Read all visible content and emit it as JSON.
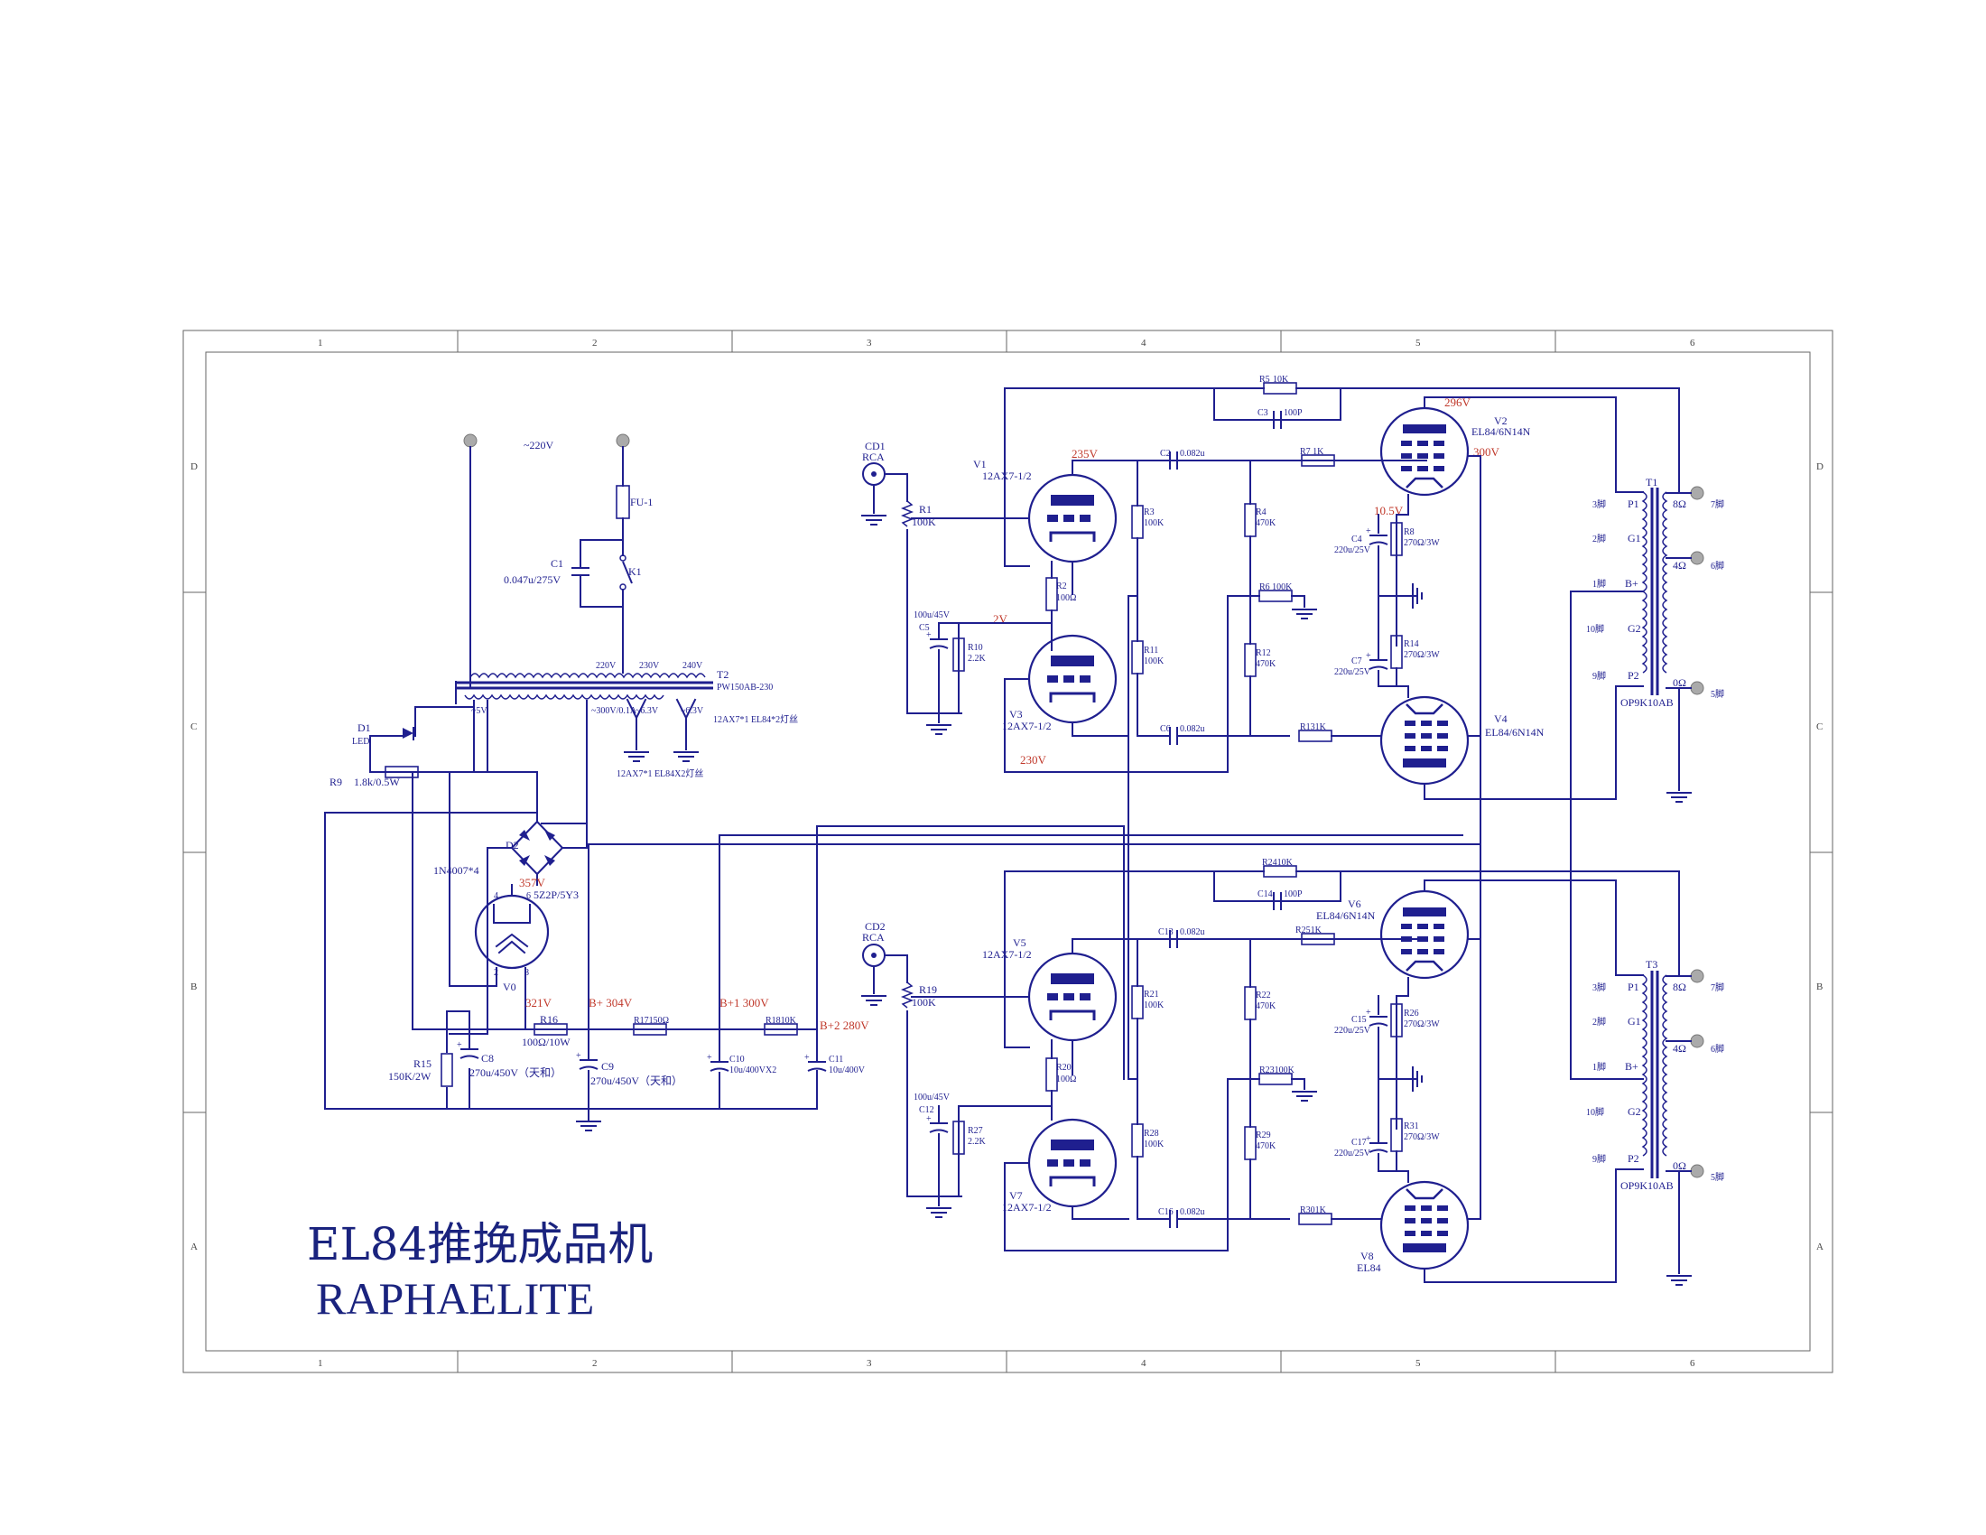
{
  "title": {
    "line1": "EL84推挽成品机",
    "line2": "RAPHAELITE"
  },
  "colors": {
    "wire": "#1f1f8f",
    "voltage": "#c0392b",
    "sheet_fill": "#fffff4",
    "title": "#1a237e",
    "pad": "#aaaaaa"
  },
  "zones": {
    "cols": [
      "1",
      "2",
      "3",
      "4",
      "5",
      "6"
    ],
    "rows": [
      "D",
      "C",
      "B",
      "A"
    ]
  },
  "mains": {
    "label": "~220V",
    "fuse": "FU-1",
    "switch": "K1",
    "cap_ref": "C1",
    "cap_val": "0.047u/275V"
  },
  "power_transformer": {
    "ref": "T2",
    "model": "PW150AB-230",
    "taps": [
      "220V",
      "230V",
      "240V"
    ],
    "sec_5v": "~5V",
    "sec_hv": "~300V/0.1A",
    "sec_63a": "~6.3V",
    "sec_63b": "~6.3V",
    "heater_a": "12AX7*1 EL84*2灯丝",
    "heater_b": "12AX7*1 EL84X2灯丝"
  },
  "led": {
    "ref": "D1",
    "label": "LED",
    "res_ref": "R9",
    "res_val": "1.8k/0.5W"
  },
  "bridge": {
    "ref": "D2",
    "label": "1N4007*4"
  },
  "rectifier": {
    "ref": "V0",
    "model": "5Z2P/5Y3",
    "voltage": "357V",
    "pin4": "4",
    "pin6": "6",
    "pin2": "2",
    "pin8": "8"
  },
  "psu": {
    "v321": "321V",
    "vb": "B+ 304V",
    "vb1": "B+1 300V",
    "vb2": "B+2 280V",
    "r16": "R16",
    "r16_val": "100Ω/10W",
    "r17": "R17150Ω",
    "r18": "R1810K",
    "r15": "R15",
    "r15_val": "150K/2W",
    "c8": "C8",
    "c8_val": "270u/450V（天和）",
    "c9": "C9",
    "c9_val": "270u/450V（天和）",
    "c10": "C10",
    "c10_val": "10u/400VX2",
    "c11": "C11",
    "c11_val": "10u/400V"
  },
  "ch1": {
    "input_ref": "CD1",
    "input_type": "RCA",
    "r1": "R1",
    "r1_val": "100K",
    "v1": "V1",
    "v1_model": "12AX7-1/2",
    "v1_volt": "235V",
    "v3": "V3",
    "v3_model": "12AX7-1/2",
    "v3_volt": "230V",
    "cath_volt": "2V",
    "r2": "R2",
    "r2_val": "100Ω",
    "r10": "R10",
    "r10_val": "2.2K",
    "c5": "C5",
    "c5_val": "100u/45V",
    "r3": "R3",
    "r3_val": "100K",
    "r11": "R11",
    "r11_val": "100K",
    "c2": "C2",
    "c2_val": "0.082u",
    "c6": "C6",
    "c6_val": "0.082u",
    "r4": "R4",
    "r4_val": "470K",
    "r12": "R12",
    "r12_val": "470K",
    "r6": "R6 100K",
    "r7": "R7 1K",
    "r13": "R131K",
    "r5": "R5",
    "r5_val": "10K",
    "c3": "C3",
    "c3_val": "100P",
    "v2": "V2",
    "v2_model": "EL84/6N14N",
    "v2_volt_a": "296V",
    "v2_volt_b": "300V",
    "v4": "V4",
    "v4_model": "EL84/6N14N",
    "cath_out": "10.5V",
    "r8": "R8",
    "r8_val": "270Ω/3W",
    "r14": "R14",
    "r14_val": "270Ω/3W",
    "c4": "C4",
    "c4_val": "220u/25V",
    "c7": "C7",
    "c7_val": "220u/25V",
    "ot": "T1",
    "ot_model": "OP9K10AB",
    "ot_p1": "P1",
    "ot_g1": "G1",
    "ot_bp": "B+",
    "ot_g2": "G2",
    "ot_p2": "P2",
    "ot_8": "8Ω",
    "ot_4": "4Ω",
    "ot_0": "0Ω",
    "pin_3": "3脚",
    "pin_2": "2脚",
    "pin_1": "1脚",
    "pin_10": "10脚",
    "pin_9": "9脚",
    "pin_7": "7脚",
    "pin_6": "6脚",
    "pin_5": "5脚"
  },
  "ch2": {
    "input_ref": "CD2",
    "input_type": "RCA",
    "r19": "R19",
    "r19_val": "100K",
    "v5": "V5",
    "v5_model": "12AX7-1/2",
    "v7": "V7",
    "v7_model": "12AX7-1/2",
    "r20": "R20",
    "r20_val": "100Ω",
    "r27": "R27",
    "r27_val": "2.2K",
    "c12": "C12",
    "c12_val": "100u/45V",
    "r21": "R21",
    "r21_val": "100K",
    "r28": "R28",
    "r28_val": "100K",
    "c13": "C13",
    "c13_val": "0.082u",
    "c16": "C16",
    "c16_val": "0.082u",
    "r22": "R22",
    "r22_val": "470K",
    "r29": "R29",
    "r29_val": "470K",
    "r23": "R23100K",
    "r25": "R251K",
    "r30": "R301K",
    "r24": "R2410K",
    "c14": "C14",
    "c14_val": "100P",
    "v6": "V6",
    "v6_model": "EL84/6N14N",
    "v8": "V8",
    "v8_model": "EL84",
    "r26": "R26",
    "r26_val": "270Ω/3W",
    "r31": "R31",
    "r31_val": "270Ω/3W",
    "c15": "C15",
    "c15_val": "220u/25V",
    "c17": "C17",
    "c17_val": "220u/25V",
    "ot": "T3",
    "ot_model": "OP9K10AB",
    "ot_p1": "P1",
    "ot_g1": "G1",
    "ot_bp": "B+",
    "ot_g2": "G2",
    "ot_p2": "P2",
    "ot_8": "8Ω",
    "ot_4": "4Ω",
    "ot_0": "0Ω",
    "pin_3": "3脚",
    "pin_2": "2脚",
    "pin_1": "1脚",
    "pin_10": "10脚",
    "pin_9": "9脚",
    "pin_7": "7脚",
    "pin_6": "6脚",
    "pin_5": "5脚"
  }
}
